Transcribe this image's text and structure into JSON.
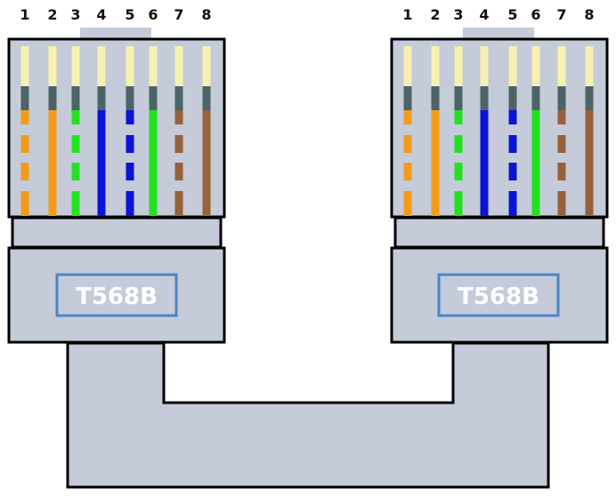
{
  "pins": [
    "1",
    "2",
    "3",
    "4",
    "5",
    "6",
    "7",
    "8"
  ],
  "connectors": [
    {
      "id": "left",
      "standard": "T568B"
    },
    {
      "id": "right",
      "standard": "T568B"
    }
  ],
  "wiring": [
    {
      "pin": "1",
      "color": "#f39c1c",
      "style": "striped"
    },
    {
      "pin": "2",
      "color": "#f39c1c",
      "style": "solid"
    },
    {
      "pin": "3",
      "color": "#22e222",
      "style": "striped"
    },
    {
      "pin": "4",
      "color": "#0a14d6",
      "style": "solid"
    },
    {
      "pin": "5",
      "color": "#0a14d6",
      "style": "striped"
    },
    {
      "pin": "6",
      "color": "#22e222",
      "style": "solid"
    },
    {
      "pin": "7",
      "color": "#96623a",
      "style": "striped"
    },
    {
      "pin": "8",
      "color": "#96623a",
      "style": "solid"
    }
  ],
  "colors": {
    "plug_body": "#c5cbd8",
    "outline": "#000000",
    "label_border": "#4a86c8",
    "contact": "#f5f2b0",
    "contact_base": "#4c6468"
  }
}
